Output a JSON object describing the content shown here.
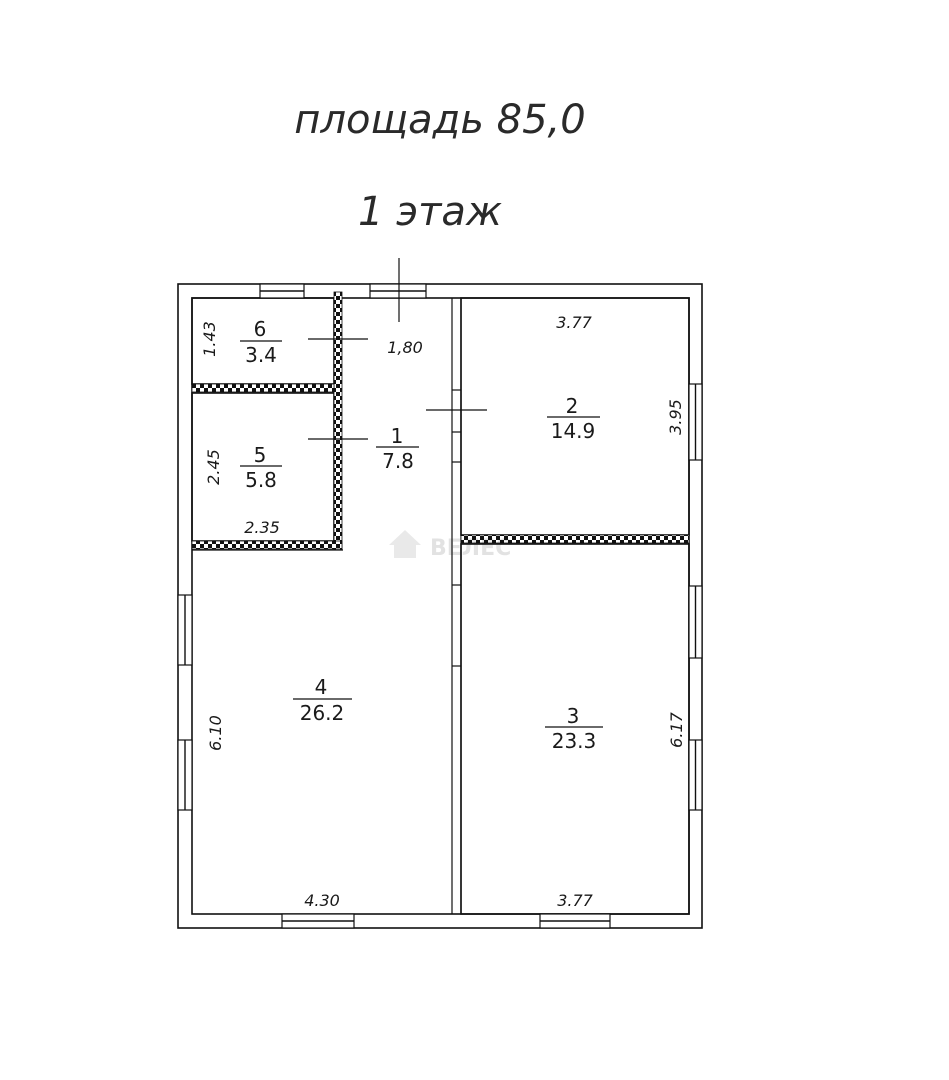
{
  "header": {
    "area_title": "площадь 85,0",
    "floor_title": "1 этаж"
  },
  "watermark": {
    "text": "ВЕЛЕС"
  },
  "rooms": [
    {
      "id": "1",
      "number": "1",
      "area": "7.8"
    },
    {
      "id": "2",
      "number": "2",
      "area": "14.9"
    },
    {
      "id": "3",
      "number": "3",
      "area": "23.3"
    },
    {
      "id": "4",
      "number": "4",
      "area": "26.2"
    },
    {
      "id": "5",
      "number": "5",
      "area": "5.8"
    },
    {
      "id": "6",
      "number": "6",
      "area": "3.4"
    }
  ],
  "dimensions": {
    "room1_width": "1,80",
    "room2_width": "3.77",
    "room2_height": "3.95",
    "room3_width": "3.77",
    "room3_height": "6.17",
    "room4_width": "4.30",
    "room4_height": "6.10",
    "room5_width": "2.35",
    "room5_height": "2.45",
    "room6_height": "1.43"
  }
}
